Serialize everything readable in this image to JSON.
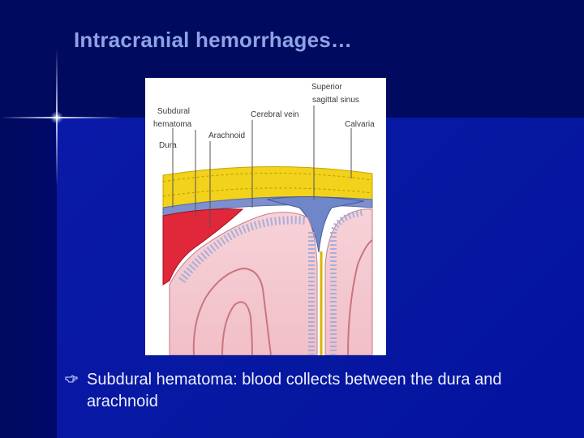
{
  "slide": {
    "title": "Intracranial hemorrhages…",
    "bullets": [
      {
        "icon": "pointing-hand-icon",
        "text": "Subdural hematoma: blood collects between the dura and arachnoid"
      }
    ]
  },
  "figure": {
    "labels": {
      "subdural_hematoma_line1": "Subdural",
      "subdural_hematoma_line2": "hematoma",
      "dura": "Dura",
      "arachnoid": "Arachnoid",
      "cerebral_vein": "Cerebral vein",
      "superior_sinus_line1": "Superior",
      "superior_sinus_line2": "sagittal sinus",
      "calvaria": "Calvaria"
    }
  },
  "colors": {
    "background": "#000a5e",
    "panel": "#0a1aa8",
    "title": "#8ea3e6",
    "text": "#eef0ff",
    "hematoma": "#e0283a",
    "bone": "#f2d21a",
    "sinus": "#6f86c8",
    "brain": "#f4c8cf"
  }
}
